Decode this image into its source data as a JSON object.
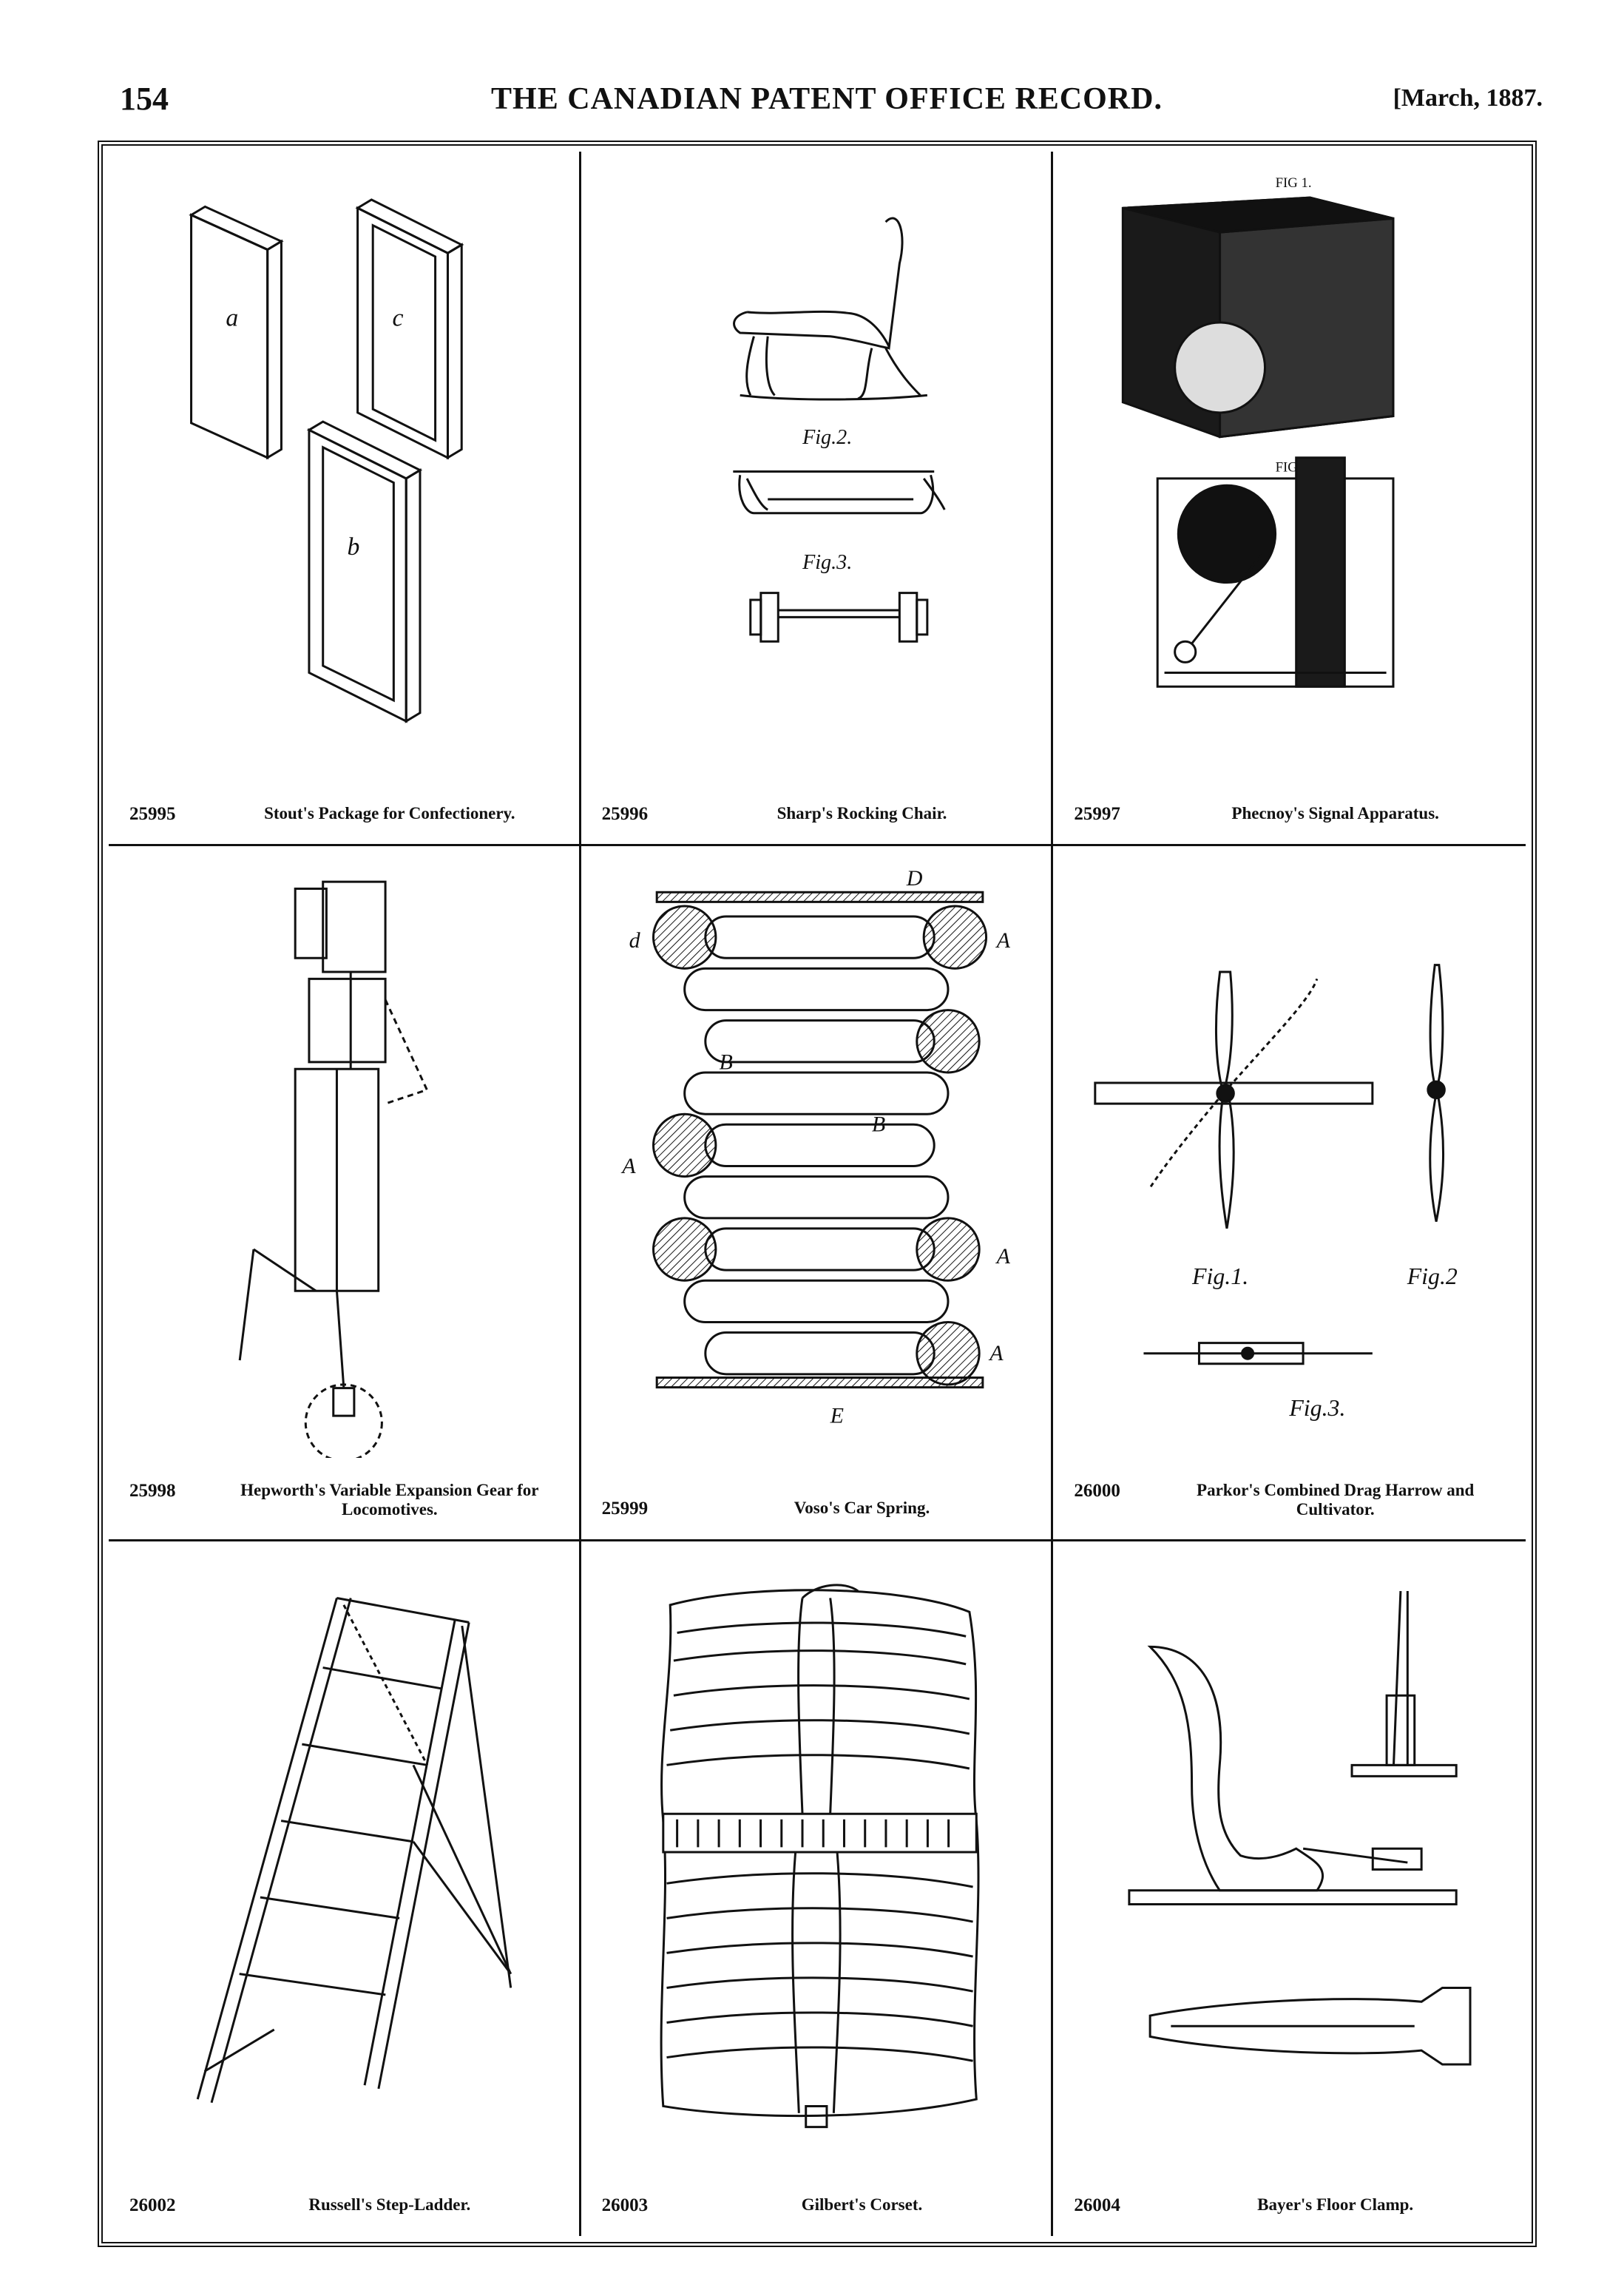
{
  "header": {
    "page_number": "154",
    "journal_title": "THE CANADIAN PATENT OFFICE RECORD.",
    "date": "[March, 1887."
  },
  "patents": [
    {
      "number": "25995",
      "title": "Stout's Package for Confectionery.",
      "figure_labels": [
        "a",
        "c",
        "b"
      ]
    },
    {
      "number": "25996",
      "title": "Sharp's Rocking Chair.",
      "figure_labels": [
        "Fig.2.",
        "Fig.3."
      ]
    },
    {
      "number": "25997",
      "title": "Phecnoy's Signal Apparatus.",
      "figure_labels": [
        "FIG 1.",
        "FIG.2."
      ]
    },
    {
      "number": "25998",
      "title": "Hepworth's Variable Expansion Gear for Locomotives.",
      "figure_labels": []
    },
    {
      "number": "25999",
      "title": "Voso's Car Spring.",
      "figure_labels": [
        "D",
        "A",
        "A",
        "d",
        "B",
        "B",
        "A",
        "A",
        "E"
      ]
    },
    {
      "number": "26000",
      "title": "Parkor's Combined Drag Harrow and Cultivator.",
      "figure_labels": [
        "Fig.1.",
        "Fig.2",
        "Fig.3."
      ]
    },
    {
      "number": "26002",
      "title": "Russell's Step-Ladder.",
      "figure_labels": []
    },
    {
      "number": "26003",
      "title": "Gilbert's Corset.",
      "figure_labels": []
    },
    {
      "number": "26004",
      "title": "Bayer's Floor Clamp.",
      "figure_labels": []
    }
  ]
}
